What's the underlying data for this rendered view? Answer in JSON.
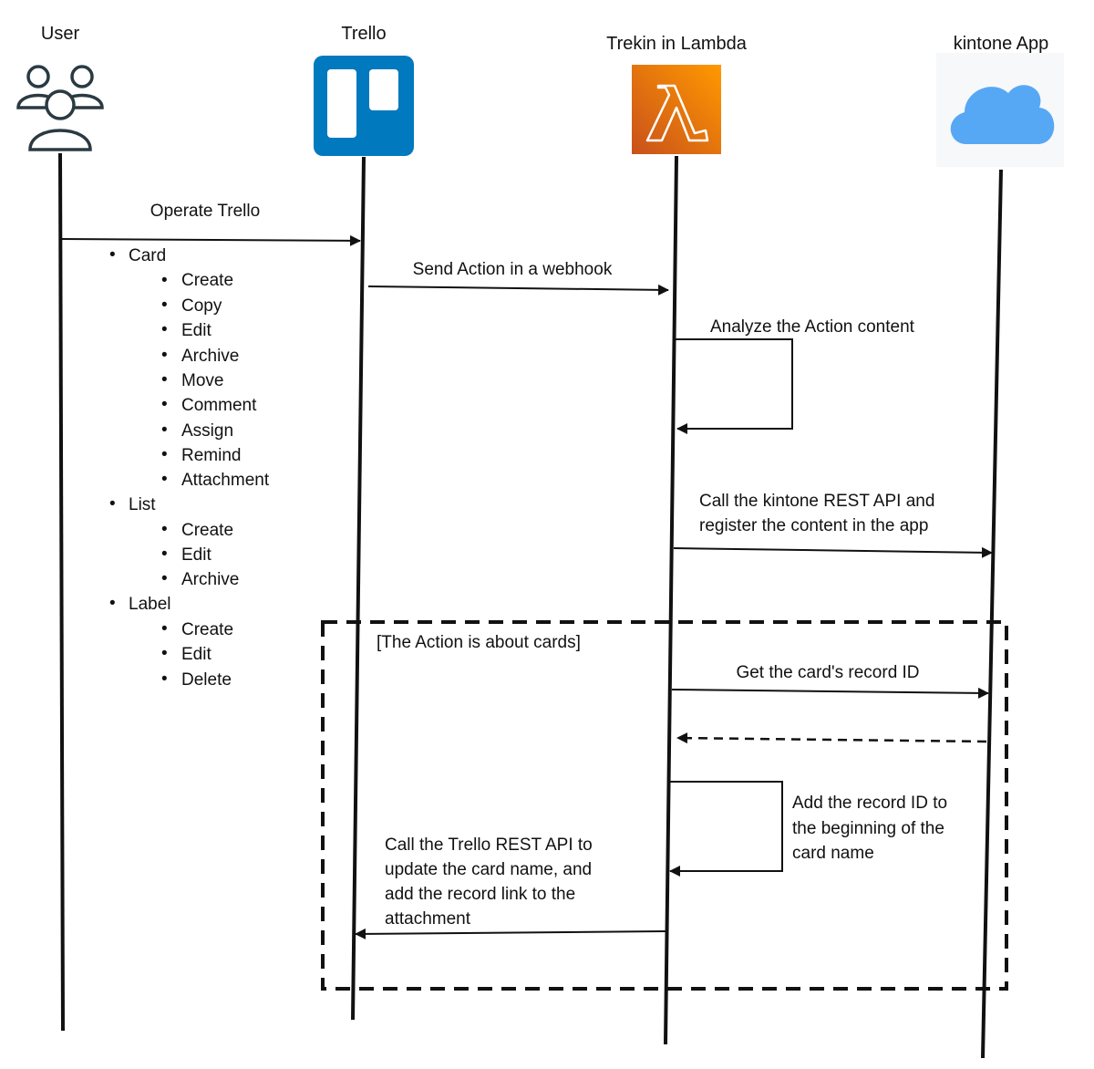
{
  "actors": {
    "user": {
      "label": "User",
      "icon": "users-icon"
    },
    "trello": {
      "label": "Trello",
      "icon": "trello-logo-icon",
      "color": "#0079BF"
    },
    "lambda": {
      "label": "Trekin in Lambda",
      "icon": "aws-lambda-icon",
      "color": "#E8651A"
    },
    "kintone": {
      "label": "kintone App",
      "icon": "cloud-icon",
      "color": "#56A8F5"
    }
  },
  "messages": {
    "operate_trello": "Operate Trello",
    "send_action": "Send Action in a webhook",
    "analyze": "Analyze the Action content",
    "call_kintone_1": "Call the kintone REST API and",
    "call_kintone_2": "register the content in the app",
    "get_record_id": "Get the card's record ID",
    "add_record_1": "Add the record ID to",
    "add_record_2": "the beginning of the",
    "add_record_3": "card name",
    "call_trello_1": "Call the Trello REST API to",
    "call_trello_2": "update the card name, and",
    "call_trello_3": "add the record link to the",
    "call_trello_4": "attachment"
  },
  "fragment": {
    "label": "[The Action is about cards]"
  },
  "operations": {
    "card": {
      "label": "Card",
      "items": [
        "Create",
        "Copy",
        "Edit",
        "Archive",
        "Move",
        "Comment",
        "Assign",
        "Remind",
        "Attachment"
      ]
    },
    "list": {
      "label": "List",
      "items": [
        "Create",
        "Edit",
        "Archive"
      ]
    },
    "label": {
      "label": "Label",
      "items": [
        "Create",
        "Edit",
        "Delete"
      ]
    }
  }
}
